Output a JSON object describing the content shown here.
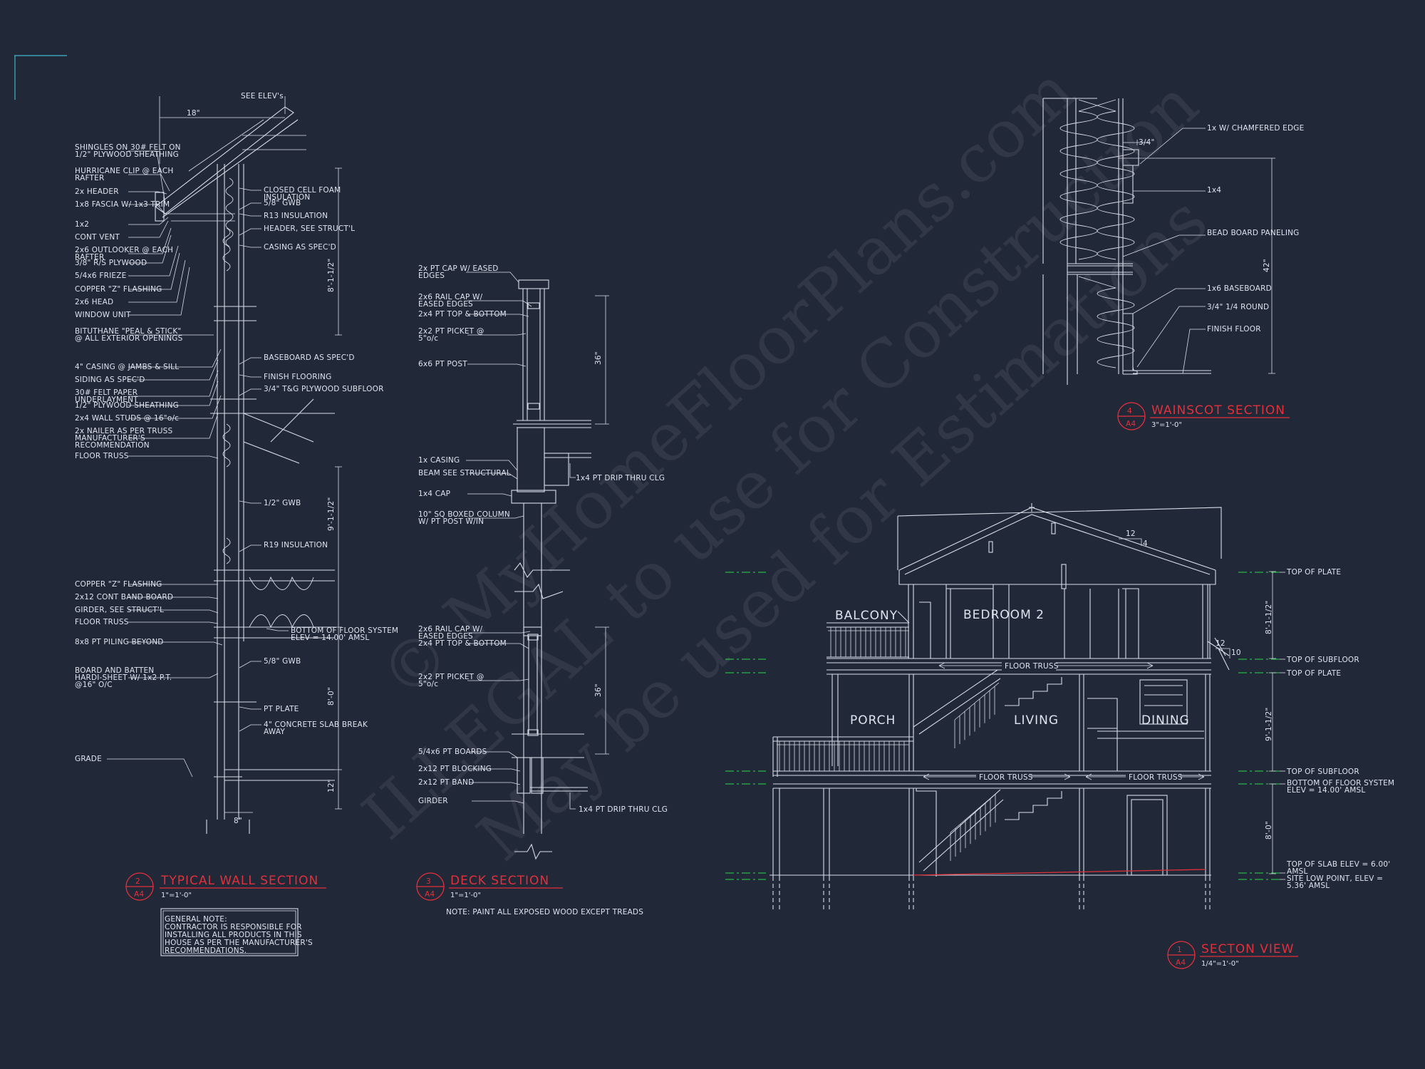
{
  "watermark": {
    "line1": "© MyHomeFloorPlans.com",
    "line2": "ILLEGAL to use for Construction",
    "line3": "May be used for Estimations"
  },
  "wall_section": {
    "dims": {
      "eave": "18\"",
      "upper": "8'-1-1/2\"",
      "middle": "9'-1-1/2\"",
      "lower": "8'-0\"",
      "base": "12\"",
      "foot": "8\""
    },
    "see_elev": "SEE ELEV's",
    "left_labels": [
      "SHINGLES ON 30# FELT ON 1/2\" PLYWOOD SHEATHING",
      "HURRICANE CLIP @ EACH RAFTER",
      "2x HEADER",
      "1x8 FASCIA W/ 1x3 TRIM",
      "1x2",
      "CONT VENT",
      "2x6 OUTLOOKER @ EACH RAFTER",
      "3/8\" R/S PLYWOOD",
      "5/4x6 FRIEZE",
      "COPPER \"Z\" FLASHING",
      "2x6 HEAD",
      "WINDOW UNIT",
      "BITUTHANE \"PEAL & STICK\" @ ALL EXTERIOR OPENINGS",
      "4\" CASING @ JAMBS & SILL",
      "SIDING AS SPEC'D",
      "30# FELT PAPER UNDERLAYMENT",
      "1/2\" PLYWOOD SHEATHING",
      "2x4 WALL STUDS @ 16\"o/c",
      "2x NAILER AS PER TRUSS MANUFACTURER'S RECOMMENDATION",
      "FLOOR TRUSS",
      "COPPER \"Z\" FLASHING",
      "2x12 CONT BAND BOARD",
      "GIRDER, SEE STRUCT'L",
      "FLOOR TRUSS",
      "8x8 PT PILING BEYOND",
      "BOARD AND BATTEN HARDI-SHEET W/ 1x2 P.T. @16\" O/C",
      "GRADE"
    ],
    "right_labels": [
      "CLOSED CELL FOAM INSULATION",
      "5/8\" GWB",
      "R13 INSULATION",
      "HEADER, SEE STRUCT'L",
      "CASING AS SPEC'D",
      "BASEBOARD AS SPEC'D",
      "FINISH FLOORING",
      "3/4\" T&G PLYWOOD SUBFLOOR",
      "1/2\" GWB",
      "R19 INSULATION",
      "BOTTOM OF FLOOR SYSTEM ELEV = 14.00' AMSL",
      "5/8\" GWB",
      "PT PLATE",
      "4\" CONCRETE SLAB BREAK AWAY"
    ],
    "title": {
      "num": "2",
      "sheet": "A4",
      "name": "TYPICAL WALL SECTION",
      "scale": "1\"=1'-0\""
    },
    "note": [
      "GENERAL NOTE:",
      "CONTRACTOR IS RESPONSIBLE FOR",
      "INSTALLING ALL PRODUCTS IN THIS",
      "HOUSE AS PER THE MANUFACTURER'S",
      "RECOMMENDATIONS."
    ]
  },
  "deck_section": {
    "labels": [
      "2x PT CAP W/ EASED EDGES",
      "2x6 RAIL CAP W/ EASED EDGES",
      "2x4 PT TOP & BOTTOM",
      "2x2 PT PICKET @ 5\"o/c",
      "6x6 PT POST",
      "1x CASING",
      "BEAM SEE STRUCTURAL",
      "1x4 CAP",
      "10\" SQ BOXED COLUMN W/ PT POST W/IN",
      "2x6 RAIL CAP W/ EASED EDGES",
      "2x4 PT TOP & BOTTOM",
      "2x2 PT PICKET @ 5\"o/c",
      "5/4x6 PT BOARDS",
      "2x12 PT BLOCKING",
      "2x12 PT BAND",
      "GIRDER"
    ],
    "drip": [
      "1x4 PT DRIP THRU CLG",
      "1x4 PT DRIP THRU CLG"
    ],
    "dims": [
      "36\"",
      "36\""
    ],
    "title": {
      "num": "3",
      "sheet": "A4",
      "name": "DECK SECTION",
      "scale": "1\"=1'-0\""
    },
    "note": "NOTE: PAINT ALL EXPOSED WOOD EXCEPT TREADS"
  },
  "wainscot_section": {
    "labels": [
      "1x W/ CHAMFERED EDGE",
      "1x4",
      "BEAD BOARD PANELING",
      "1x6 BASEBOARD",
      "3/4\" 1/4 ROUND",
      "FINISH FLOOR"
    ],
    "dims": {
      "small": "3/4\"",
      "height": "42\""
    },
    "title": {
      "num": "4",
      "sheet": "A4",
      "name": "WAINSCOT SECTION",
      "scale": "3\"=1'-0\""
    }
  },
  "section_view": {
    "rooms": [
      "BALCONY",
      "BEDROOM 2",
      "PORCH",
      "LIVING",
      "DINING"
    ],
    "truss": [
      "FLOOR TRUSS",
      "FLOOR TRUSS",
      "FLOOR TRUSS"
    ],
    "levels": [
      "TOP OF PLATE",
      "TOP OF SUBFLOOR",
      "TOP OF PLATE",
      "TOP OF SUBFLOOR",
      "BOTTOM OF FLOOR SYSTEM ELEV = 14.00' AMSL",
      "TOP OF SLAB ELEV = 6.00' AMSL",
      "SITE LOW POINT, ELEV = 5.36' AMSL"
    ],
    "dims": [
      "8'-1-1/2\"",
      "9'-1-1/2\"",
      "8'-0\""
    ],
    "pitch": [
      {
        "run": "12",
        "rise": "4"
      },
      {
        "run": "12",
        "rise": "10"
      }
    ],
    "title": {
      "num": "1",
      "sheet": "A4",
      "name": "SECTON VIEW",
      "scale": "1/4\"=1'-0\""
    }
  },
  "colors": {
    "background": "#212838",
    "linework": "#d8dce6",
    "title": "#e3303a",
    "level_lines": "#2bd94a"
  }
}
